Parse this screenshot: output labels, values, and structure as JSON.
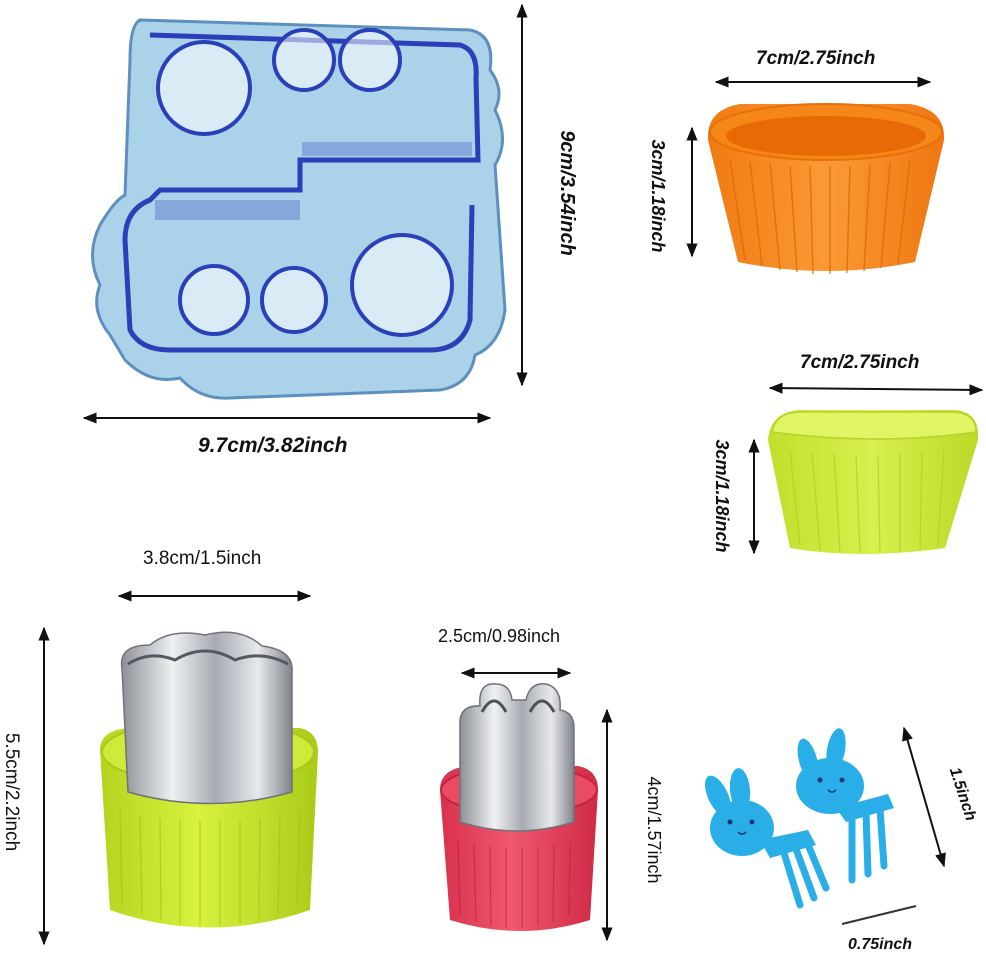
{
  "labels": {
    "train_width": "9.7cm/3.82inch",
    "train_height": "9cm/3.54inch",
    "round_cup_width": "7cm/2.75inch",
    "round_cup_height": "3cm/1.18inch",
    "square_cup_width": "7cm/2.75inch",
    "square_cup_height": "3cm/1.18inch",
    "flower_width": "3.8cm/1.5inch",
    "flower_height": "5.5cm/2.2inch",
    "bear_width": "2.5cm/0.98inch",
    "bear_height": "4cm/1.57inch",
    "fork_length": "1.5inch",
    "fork_width": "0.75inch"
  },
  "colors": {
    "train_cutter": "#7fb4d8",
    "train_outline": "#2a3fb8",
    "orange_cup": "#f7891f",
    "yellow_cup": "#cde83a",
    "flower_base": "#c7e62e",
    "bear_base": "#e8445e",
    "fork": "#2aaee8",
    "steel": "#b8bcc2"
  }
}
